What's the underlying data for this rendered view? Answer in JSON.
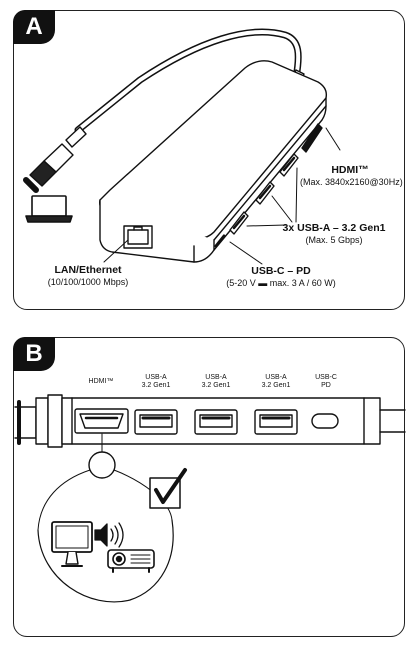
{
  "panel_a": {
    "tab": "A",
    "hdmi": {
      "title": "HDMI™",
      "spec": "(Max. 3840x2160@30Hz)"
    },
    "usb_a": {
      "title": "3x USB-A – 3.2 Gen1",
      "spec": "(Max. 5 Gbps)"
    },
    "usb_c": {
      "title": "USB-C – PD",
      "spec": "(5-20 V ▬ max. 3 A / 60 W)"
    },
    "lan": {
      "title": "LAN/Ethernet",
      "spec": "(10/100/1000 Mbps)"
    }
  },
  "panel_b": {
    "tab": "B",
    "ports": [
      {
        "line1": "HDMI™",
        "line2": ""
      },
      {
        "line1": "USB-A",
        "line2": "3.2 Gen1"
      },
      {
        "line1": "USB-A",
        "line2": "3.2 Gen1"
      },
      {
        "line1": "USB-A",
        "line2": "3.2 Gen1"
      },
      {
        "line1": "USB-C",
        "line2": "PD"
      }
    ]
  },
  "icons": [
    "laptop-icon",
    "monitor-icon",
    "sound-waves-icon",
    "projector-icon",
    "checkmark-icon"
  ]
}
